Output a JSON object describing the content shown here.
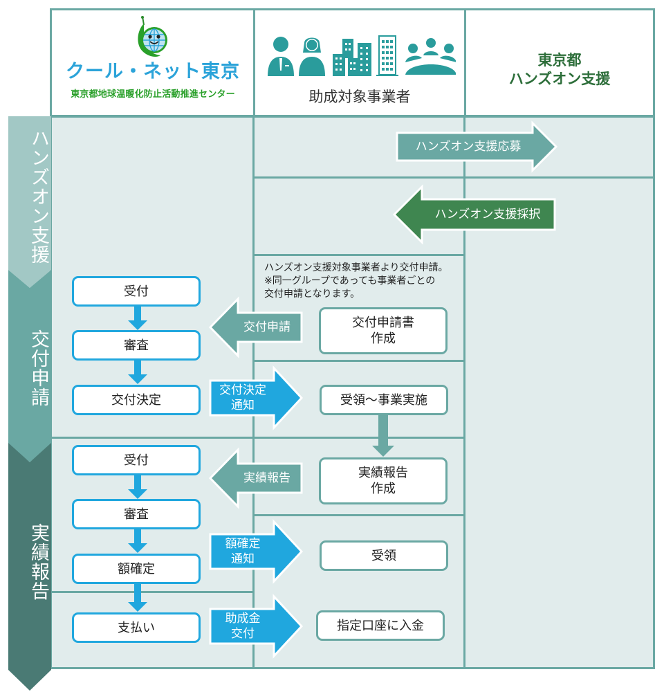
{
  "colors": {
    "teal": "#6aa8a3",
    "teal_dark": "#4a7a74",
    "teal_light": "#a2c8c5",
    "green": "#3f8650",
    "blue": "#20a7de",
    "cell_bg": "#e1ecec",
    "logo_blue": "#2ba3d9",
    "logo_green": "#2aa02a",
    "header_green": "#2d6e3a"
  },
  "header": {
    "org": {
      "logo_name": "クール・ネット東京",
      "logo_sub": "東京都地球温暖化防止活動推進センター",
      "icon": "globe-mascot-icon"
    },
    "applicant": {
      "title": "助成対象事業者",
      "icons": [
        "businessman-icon",
        "businesswoman-icon",
        "buildings-icon",
        "office-tower-icon",
        "group-meeting-icon"
      ]
    },
    "tokyo": {
      "title": "東京都\nハンズオン支援"
    }
  },
  "phases": [
    {
      "label": "ハンズオン支援"
    },
    {
      "label": "交付申請"
    },
    {
      "label": "実績報告"
    }
  ],
  "handson": {
    "apply_arrow": "ハンズオン支援応募",
    "select_arrow": "ハンズオン支援採択"
  },
  "grant_application": {
    "note": "ハンズオン支援対象事業者より交付申請。\n※同一グループであっても事業者ごとの\n交付申請となります。",
    "org_steps": [
      "受付",
      "審査",
      "交付決定"
    ],
    "apply_arrow": "交付申請",
    "applicant_box": "交付申請書\n作成",
    "notify_arrow": "交付決定\n通知",
    "receive_box": "受領～事業実施"
  },
  "report": {
    "org_steps": [
      "受付",
      "審査",
      "額確定",
      "支払い"
    ],
    "report_arrow": "実績報告",
    "applicant_box": "実績報告\n作成",
    "notify_arrow": "額確定\n通知",
    "receive_box": "受領",
    "pay_arrow": "助成金\n交付",
    "deposit_box": "指定口座に入金"
  }
}
